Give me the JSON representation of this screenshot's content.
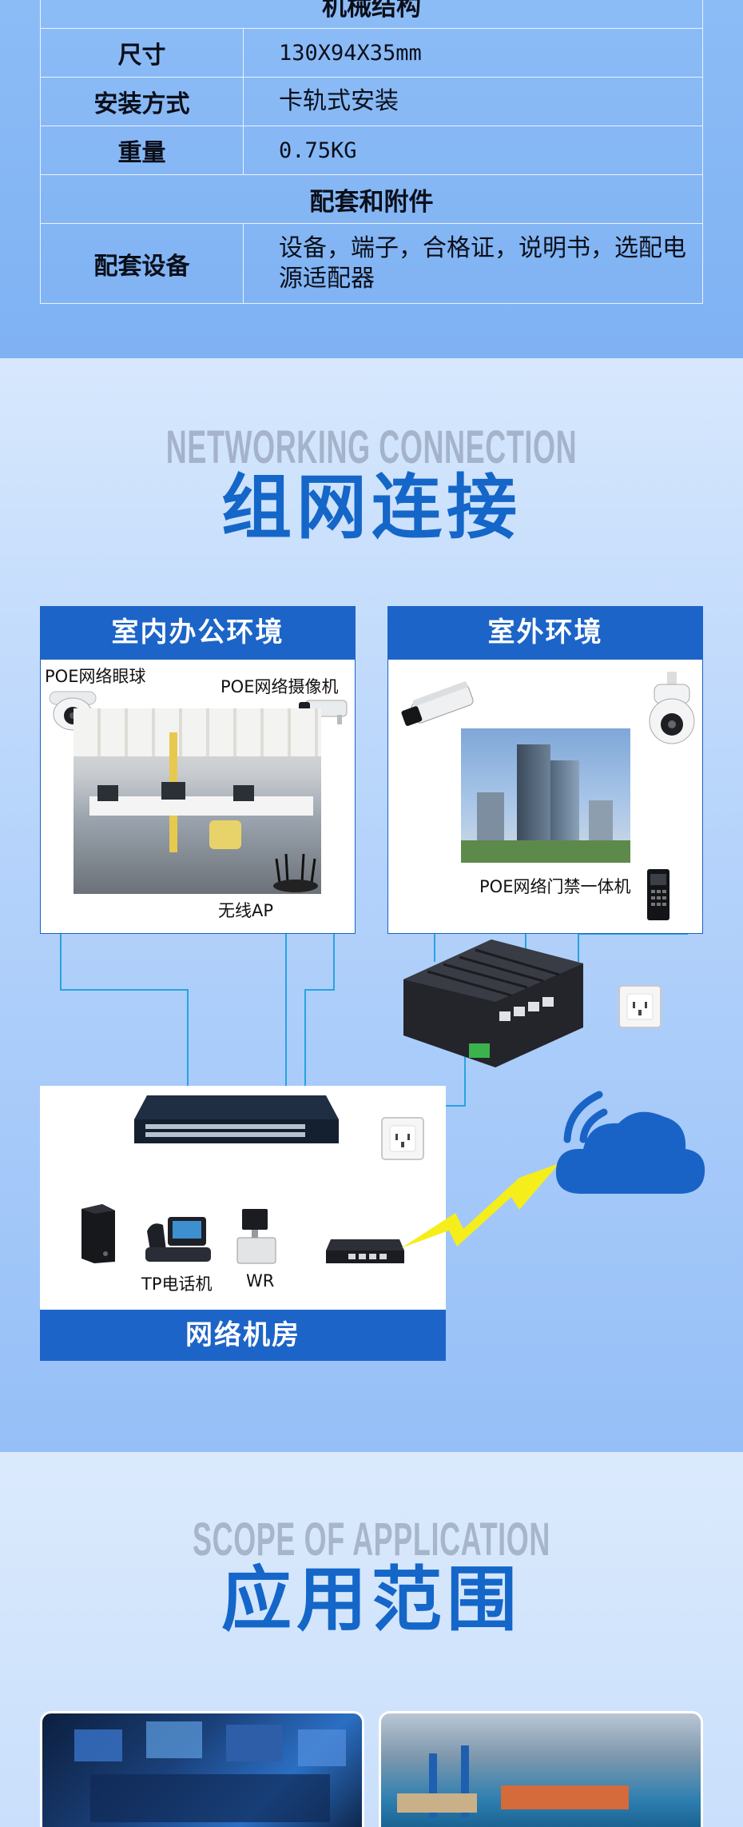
{
  "spec": {
    "top_partial": "机械结构",
    "rows": [
      {
        "key": "尺寸",
        "value": "130X94X35mm"
      },
      {
        "key": "安装方式",
        "value": "卡轨式安装"
      },
      {
        "key": "重量",
        "value": "0.75KG"
      }
    ],
    "section_header": "配套和附件",
    "accessory": {
      "key": "配套设备",
      "value": "设备，端子，合格证，说明书，选配电源适配器"
    }
  },
  "network": {
    "ghost_en": "NETWORKING CONNECTION",
    "title": "组网连接",
    "indoor": {
      "title": "室内办公环境",
      "dome_camera_label": "POE网络眼球",
      "bullet_camera_label": "POE网络摄像机",
      "wireless_ap_label": "无线AP"
    },
    "outdoor": {
      "title": "室外环境",
      "access_control_label": "POE网络门禁一体机"
    },
    "room": {
      "title": "网络机房",
      "phone_label": "TP电话机",
      "wr_label": "WR"
    },
    "colors": {
      "accent_blue": "#1d64c8",
      "wire": "#28a3e0",
      "bolt": "#f6ee1a",
      "cloud": "#1a63c6"
    }
  },
  "application": {
    "ghost_en": "SCOPE OF APPLICATION",
    "title": "应用范围"
  }
}
